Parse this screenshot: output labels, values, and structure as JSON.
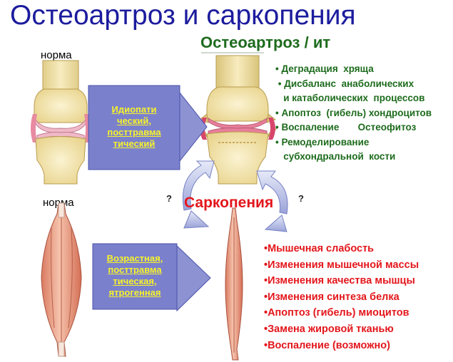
{
  "title": "Остеоартроз и саркопения",
  "joint_normal_label": "норма",
  "muscle_normal_label": "норма",
  "oa": {
    "heading": "Остеоартроз / ит",
    "items": [
      "• Деградация  хряща",
      " • Дисбаланс  анаболических",
      "   и катаболических  процессов",
      "• Апоптоз  (гибель) хондроцитов",
      "• Воспаление       Остеофитоз",
      "• Ремоделирование",
      "   субхондральной  кости"
    ]
  },
  "oa_cause": [
    "Идиопати",
    "ческий,",
    "посттравма",
    "тический"
  ],
  "sarc": {
    "heading": "Саркопения",
    "items": [
      "•Мышечная слабость",
      "•Изменения мышечной массы",
      "•Изменения качества мышцы",
      "•Изменения синтеза белка",
      "•Апоптоз  (гибель) миоцитов",
      "•Замена жировой тканью",
      "•Воспаление (возможно)"
    ]
  },
  "sarc_cause": [
    "Возрастная,",
    "посттравма",
    "тическая,",
    "ятрогенная"
  ],
  "q_left": "?",
  "q_right": "?",
  "colors": {
    "title": "#1c1c9e",
    "oa_text": "#1d6b1d",
    "sarc_text": "#e3161b",
    "cause_box": "#7b80cc",
    "cause_text": "#f7f32a",
    "cartilage": "#f2c6d3",
    "bone": "#f4e6b3",
    "muscle": "#f0a98e"
  },
  "icons": [
    "bone-joint-normal",
    "bone-joint-osteoarthritis",
    "muscle-normal",
    "muscle-atrophic",
    "cycle-arrows"
  ]
}
